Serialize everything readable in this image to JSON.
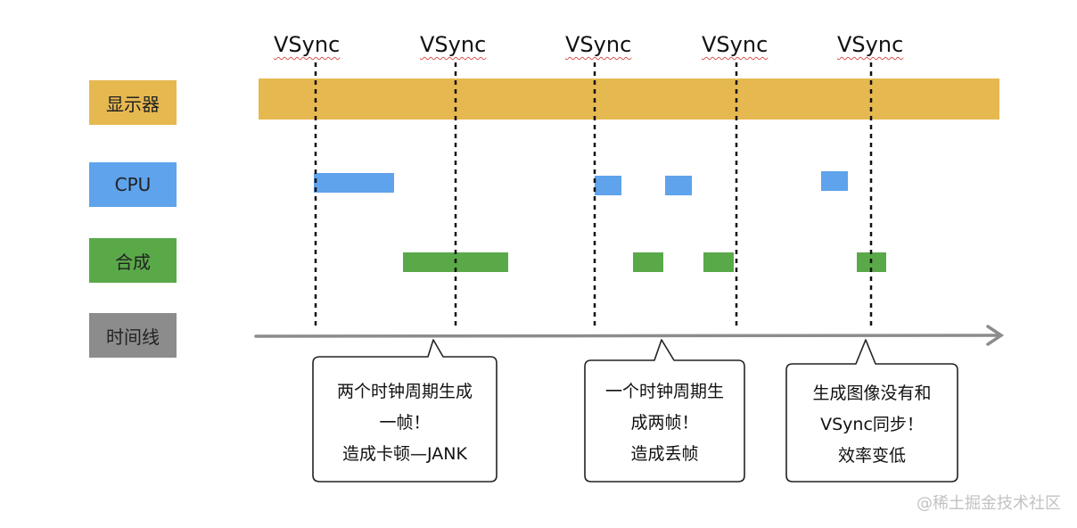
{
  "rows": {
    "display": "显示器",
    "cpu": "CPU",
    "compose": "合成",
    "timeline": "时间线"
  },
  "vsync_labels": [
    "VSync",
    "VSync",
    "VSync",
    "VSync",
    "VSync"
  ],
  "callouts": [
    [
      "两个时钟周期生成",
      "一帧！",
      "造成卡顿—JANK"
    ],
    [
      "一个时钟周期生",
      "成两帧！",
      "造成丢帧"
    ],
    [
      "生成图像没有和",
      "VSync同步！",
      "效率变低"
    ]
  ],
  "watermark": "@稀土掘金技术社区",
  "colors": {
    "display": "#e6b850",
    "cpu": "#5ea3eb",
    "compose": "#5aa949",
    "timeline": "#8c8c8c"
  }
}
